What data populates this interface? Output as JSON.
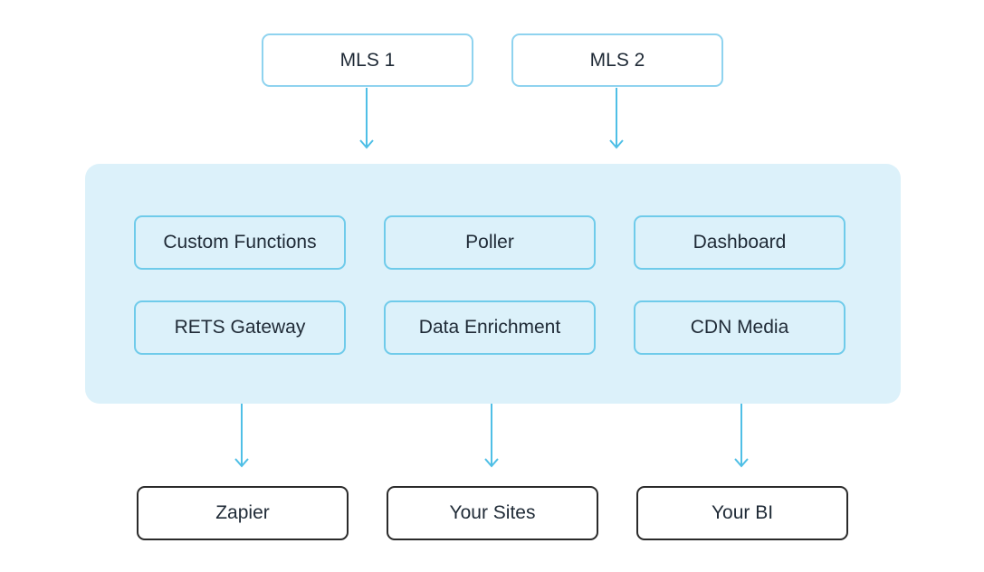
{
  "diagram": {
    "accent_color": "#4fbfe6",
    "sources": [
      {
        "label": "MLS 1"
      },
      {
        "label": "MLS 2"
      }
    ],
    "modules": [
      {
        "label": "Custom Functions"
      },
      {
        "label": "Poller"
      },
      {
        "label": "Dashboard"
      },
      {
        "label": "RETS Gateway"
      },
      {
        "label": "Data Enrichment"
      },
      {
        "label": "CDN Media"
      }
    ],
    "outputs": [
      {
        "label": "Zapier"
      },
      {
        "label": "Your Sites"
      },
      {
        "label": "Your BI"
      }
    ]
  }
}
